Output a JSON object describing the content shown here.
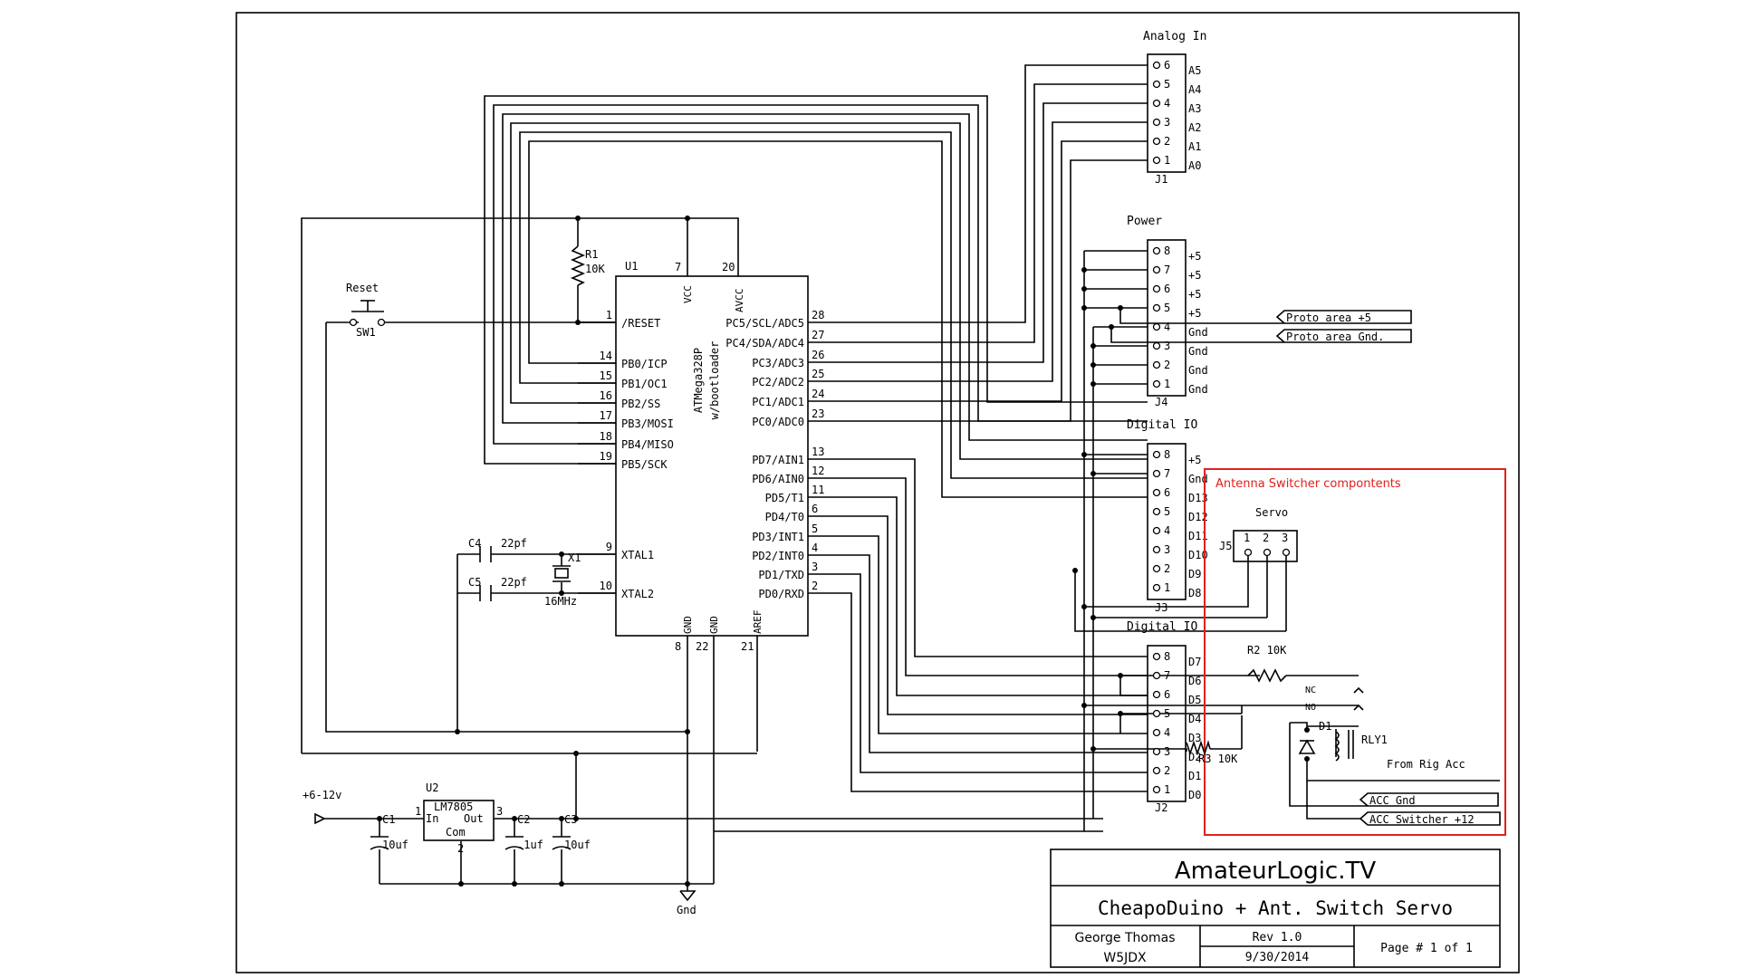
{
  "title_block": {
    "company": "AmateurLogic.TV",
    "title": "CheapoDuino + Ant. Switch Servo",
    "author": "George Thomas",
    "callsign": "W5JDX",
    "revision": "Rev 1.0",
    "date": "9/30/2014",
    "page": "Page # 1 of 1"
  },
  "mcu": {
    "ref": "U1",
    "part": "ATMega328P",
    "sub": "w/bootloader",
    "vcc_label": "VCC",
    "avcc_label": "AVCC",
    "gnd_label": "GND",
    "gnd2_label": "GND",
    "aref_label": "AREF",
    "pins_top": [
      "7",
      "20"
    ],
    "pins_bottom": [
      "8",
      "22",
      "21"
    ],
    "left_pins": [
      {
        "num": "1",
        "name": "/RESET"
      },
      {
        "num": "14",
        "name": "PB0/ICP"
      },
      {
        "num": "15",
        "name": "PB1/OC1"
      },
      {
        "num": "16",
        "name": "PB2/SS"
      },
      {
        "num": "17",
        "name": "PB3/MOSI"
      },
      {
        "num": "18",
        "name": "PB4/MISO"
      },
      {
        "num": "19",
        "name": "PB5/SCK"
      },
      {
        "num": "9",
        "name": "XTAL1"
      },
      {
        "num": "10",
        "name": "XTAL2"
      }
    ],
    "right_pins": [
      {
        "num": "28",
        "name": "PC5/SCL/ADC5"
      },
      {
        "num": "27",
        "name": "PC4/SDA/ADC4"
      },
      {
        "num": "26",
        "name": "PC3/ADC3"
      },
      {
        "num": "25",
        "name": "PC2/ADC2"
      },
      {
        "num": "24",
        "name": "PC1/ADC1"
      },
      {
        "num": "23",
        "name": "PC0/ADC0"
      },
      {
        "num": "13",
        "name": "PD7/AIN1"
      },
      {
        "num": "12",
        "name": "PD6/AIN0"
      },
      {
        "num": "11",
        "name": "PD5/T1"
      },
      {
        "num": "6",
        "name": "PD4/T0"
      },
      {
        "num": "5",
        "name": "PD3/INT1"
      },
      {
        "num": "4",
        "name": "PD2/INT0"
      },
      {
        "num": "3",
        "name": "PD1/TXD"
      },
      {
        "num": "2",
        "name": "PD0/RXD"
      }
    ]
  },
  "components": {
    "r1_ref": "R1",
    "r1_val": "10K",
    "reset_label": "Reset",
    "sw1": "SW1",
    "c4": "C4",
    "c4_val": "22pf",
    "c5": "C5",
    "c5_val": "22pf",
    "x1": "X1",
    "x1_val": "16MHz",
    "u2_ref": "U2",
    "u2_part": "LM7805",
    "u2_in": "In",
    "u2_out": "Out",
    "u2_com": "Com",
    "u2_p1": "1",
    "u2_p2": "2",
    "u2_p3": "3",
    "vin": "+6-12v",
    "c1": "C1",
    "c1_val": "10uf",
    "c2": "C2",
    "c2_val": ".1uf",
    "c3": "C3",
    "c3_val": "10uf",
    "gnd": "Gnd"
  },
  "headers": {
    "j1": {
      "title": "Analog In",
      "ref": "J1",
      "pins": [
        {
          "n": "6",
          "l": "A5"
        },
        {
          "n": "5",
          "l": "A4"
        },
        {
          "n": "4",
          "l": "A3"
        },
        {
          "n": "3",
          "l": "A2"
        },
        {
          "n": "2",
          "l": "A1"
        },
        {
          "n": "1",
          "l": "A0"
        }
      ]
    },
    "j4": {
      "title": "Power",
      "ref": "J4",
      "pins": [
        {
          "n": "8",
          "l": "+5"
        },
        {
          "n": "7",
          "l": "+5"
        },
        {
          "n": "6",
          "l": "+5"
        },
        {
          "n": "5",
          "l": "+5"
        },
        {
          "n": "4",
          "l": "Gnd"
        },
        {
          "n": "3",
          "l": "Gnd"
        },
        {
          "n": "2",
          "l": "Gnd"
        },
        {
          "n": "1",
          "l": "Gnd"
        }
      ]
    },
    "j3": {
      "title": "Digital IO",
      "ref": "J3",
      "pins": [
        {
          "n": "8",
          "l": "+5"
        },
        {
          "n": "7",
          "l": "Gnd"
        },
        {
          "n": "6",
          "l": "D13"
        },
        {
          "n": "5",
          "l": "D12"
        },
        {
          "n": "4",
          "l": "D11"
        },
        {
          "n": "3",
          "l": "D10"
        },
        {
          "n": "2",
          "l": "D9"
        },
        {
          "n": "1",
          "l": "D8"
        }
      ]
    },
    "j2": {
      "title": "Digital IO",
      "ref": "J2",
      "pins": [
        {
          "n": "8",
          "l": "D7"
        },
        {
          "n": "7",
          "l": "D6"
        },
        {
          "n": "6",
          "l": "D5"
        },
        {
          "n": "5",
          "l": "D4"
        },
        {
          "n": "4",
          "l": "D3"
        },
        {
          "n": "3",
          "l": "D2"
        },
        {
          "n": "2",
          "l": "D1"
        },
        {
          "n": "1",
          "l": "D0"
        }
      ]
    }
  },
  "proto": {
    "p5": "Proto area +5",
    "gnd": "Proto area Gnd."
  },
  "antenna": {
    "title": "Antenna Switcher compontents",
    "servo": "Servo",
    "j5": "J5",
    "j5_pins": [
      "1",
      "2",
      "3"
    ],
    "r2": "R2 10K",
    "r3": "R3 10K",
    "nc": "NC",
    "no": "NO",
    "d1": "D1",
    "rly1": "RLY1",
    "from_rig": "From Rig Acc",
    "acc_gnd": "ACC Gnd",
    "acc_sw": "ACC Switcher +12"
  }
}
